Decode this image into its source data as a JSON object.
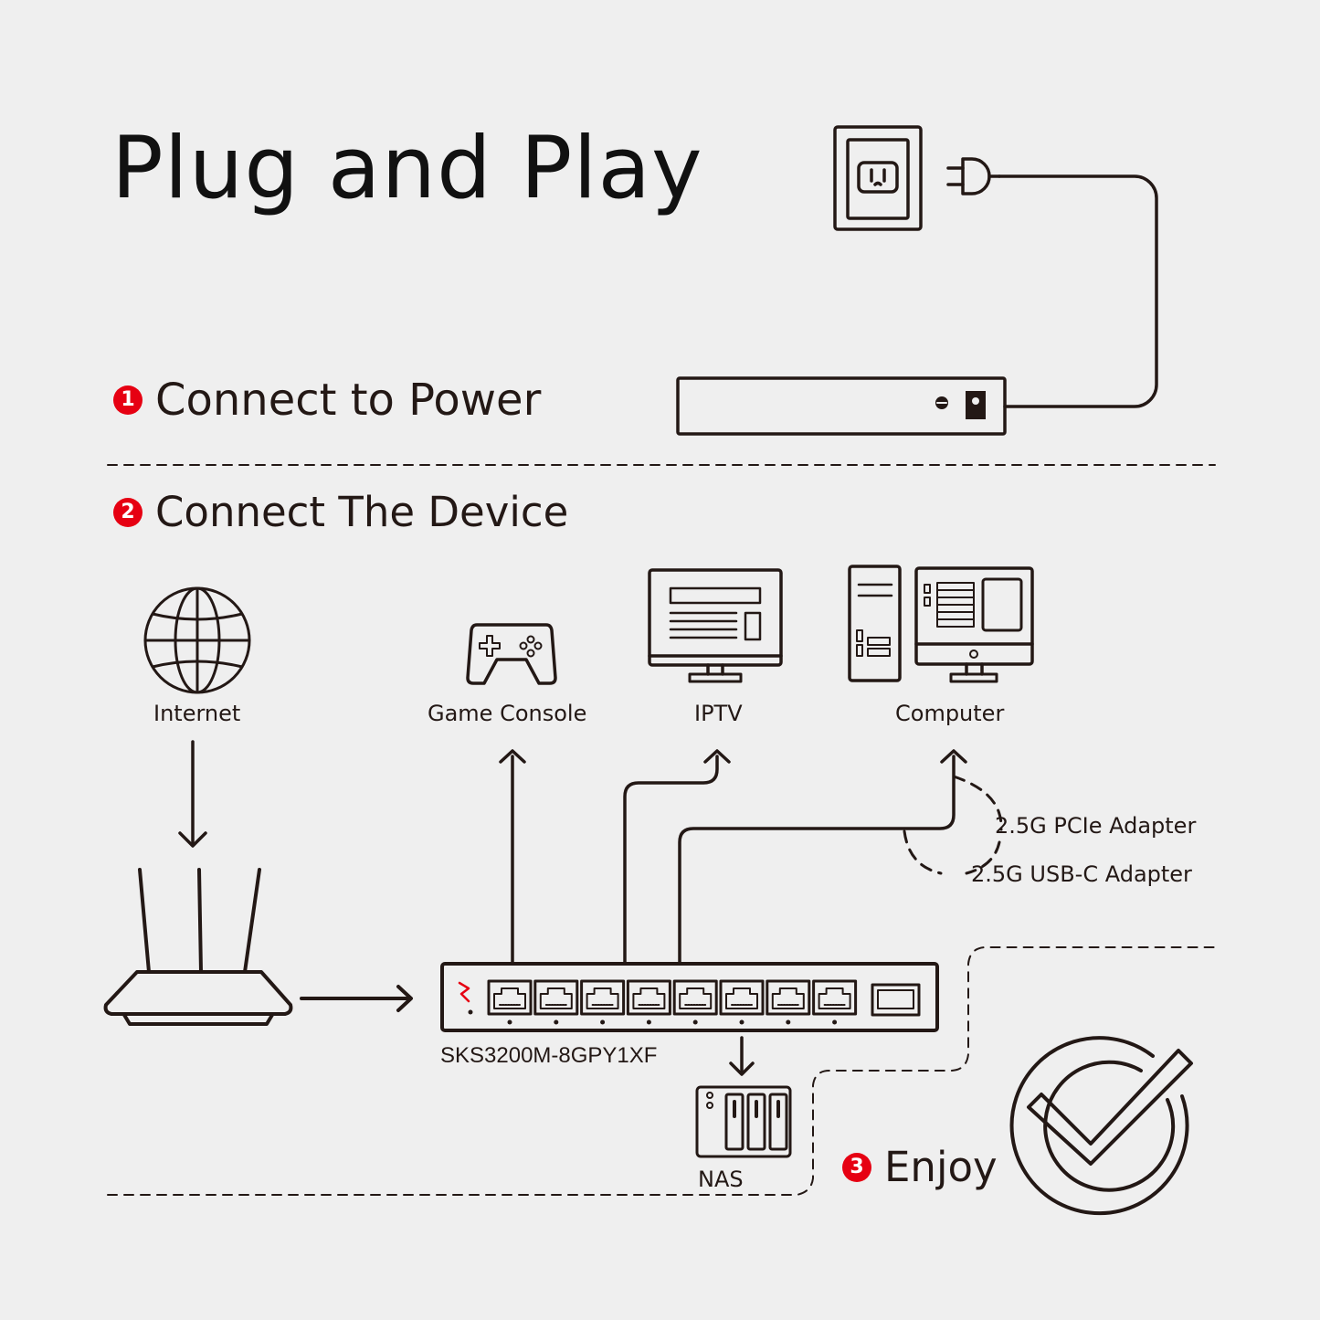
{
  "title": "Plug and Play",
  "steps": [
    {
      "number": "1",
      "label": "Connect to Power"
    },
    {
      "number": "2",
      "label": "Connect The Device"
    },
    {
      "number": "3",
      "label": "Enjoy"
    }
  ],
  "devices": {
    "internet": "Internet",
    "game_console": "Game Console",
    "iptv": "IPTV",
    "computer": "Computer",
    "nas": "NAS"
  },
  "adapters": {
    "pcie": "2.5G PCIe Adapter",
    "usbc": "2.5G USB-C Adapter"
  },
  "switch_model": "SKS3200M-8GPY1XF",
  "colors": {
    "accent": "#e60012",
    "line": "#231815",
    "background": "#efefef"
  }
}
